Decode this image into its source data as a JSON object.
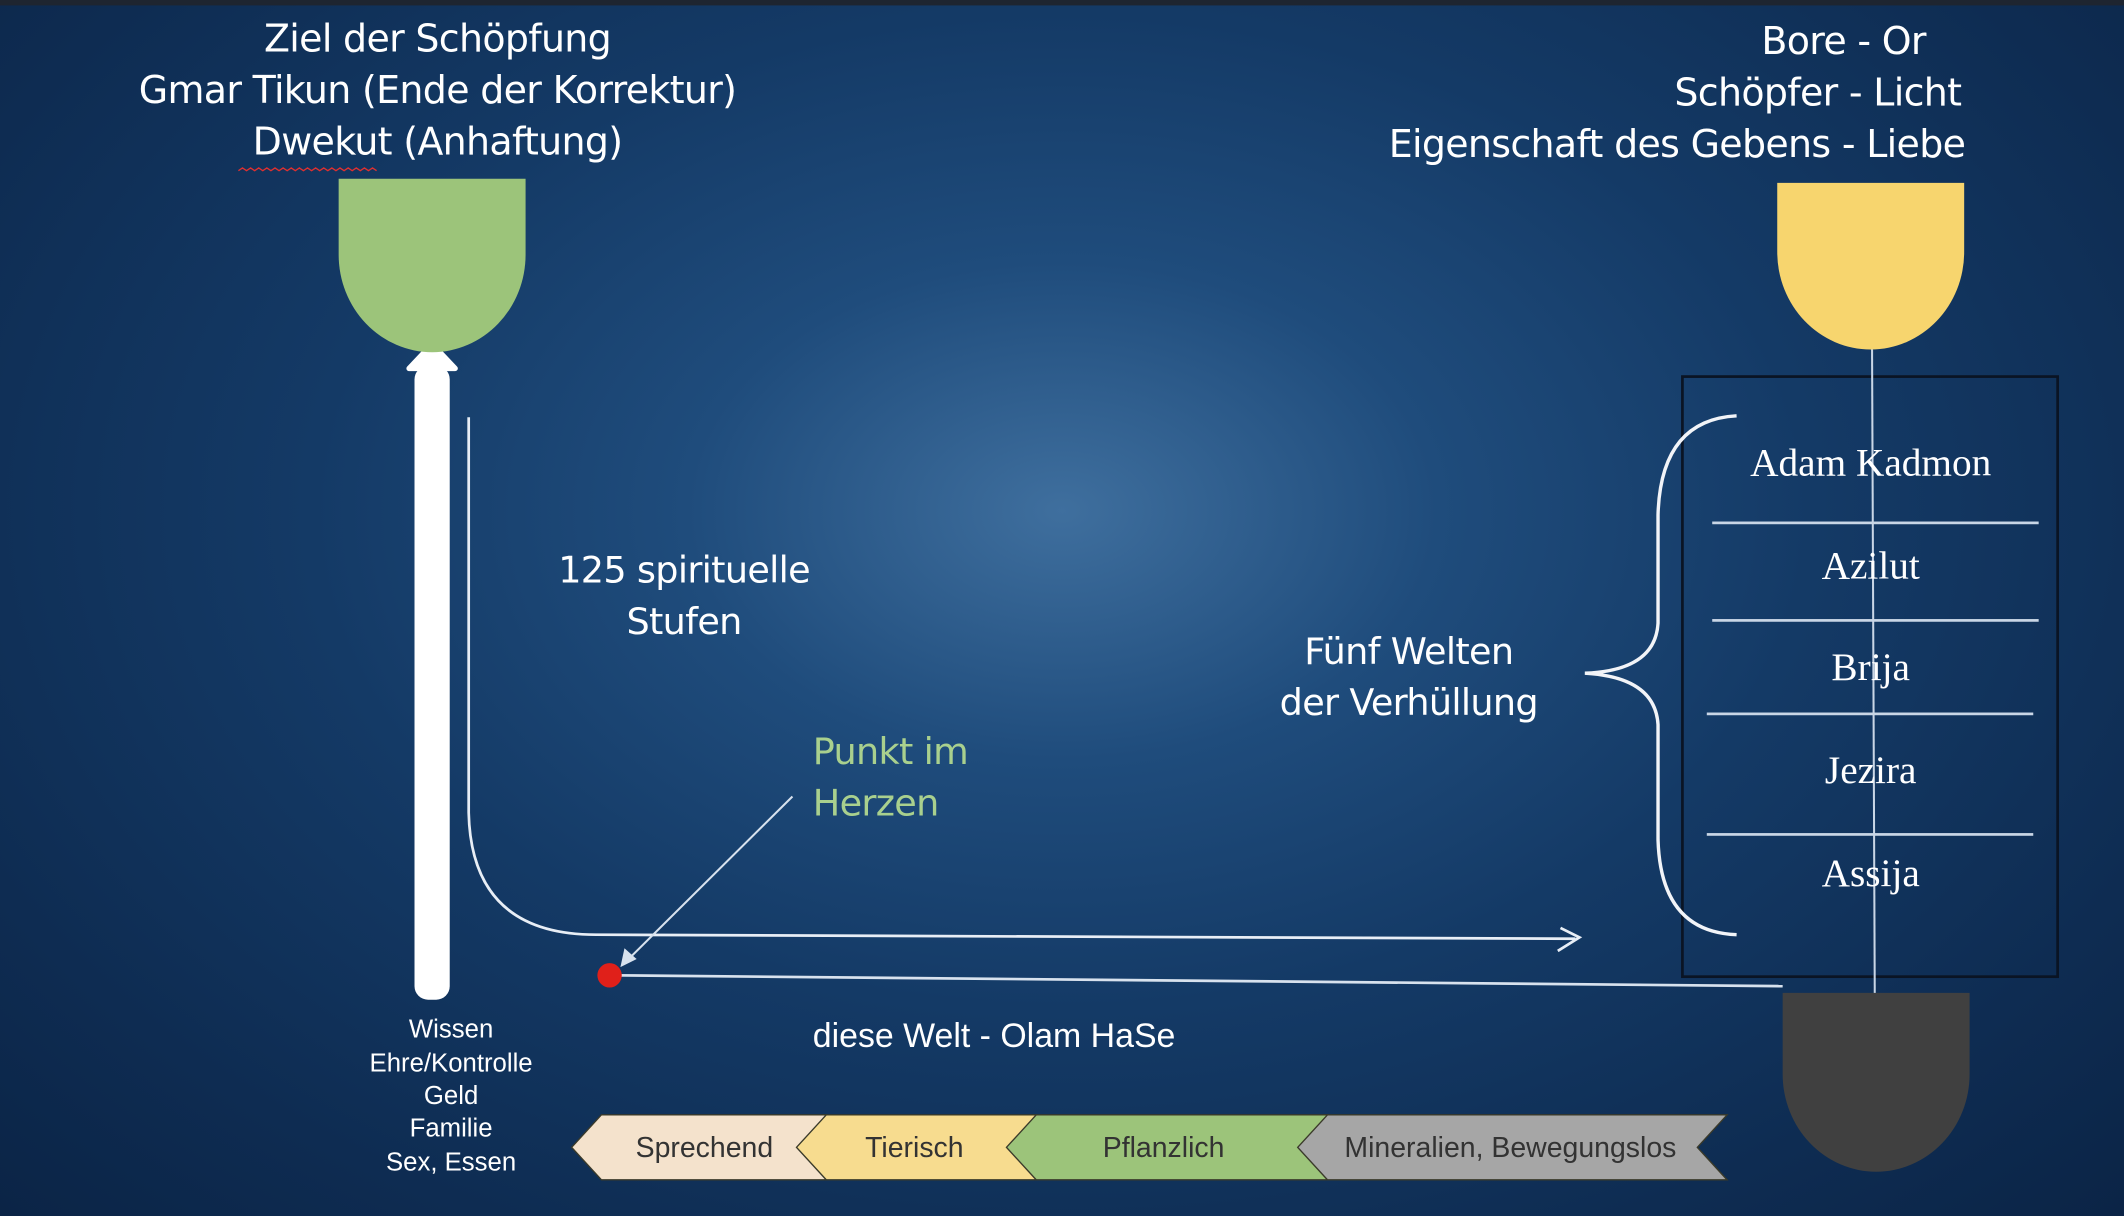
{
  "left_title": [
    "Ziel der Schöpfung",
    "Gmar Tikun (Ende der Korrektur)",
    "Dwekut (Anhaftung)"
  ],
  "right_title": [
    "Bore - Or",
    "Schöpfer - Licht",
    "Eigenschaft des Gebens - Liebe"
  ],
  "steps_label": [
    "125 spirituelle",
    "Stufen"
  ],
  "point_label": [
    "Punkt im",
    "Herzen"
  ],
  "worlds_label": [
    "Fünf Welten",
    "der Verhüllung"
  ],
  "worlds": [
    "Adam Kadmon",
    "Azilut",
    "Brija",
    "Jezira",
    "Assija"
  ],
  "this_world": "diese Welt - Olam HaSe",
  "desires": [
    "Wissen",
    "Ehre/Kontrolle",
    "Geld",
    "Familie",
    "Sex, Essen"
  ],
  "levels": [
    {
      "label": "Sprechend",
      "color": "#f4e2cc"
    },
    {
      "label": "Tierisch",
      "color": "#f7dc8f"
    },
    {
      "label": "Pflanzlich",
      "color": "#9cc47a"
    },
    {
      "label": "Mineralien, Bewegungslos",
      "color": "#a6a6a6"
    }
  ],
  "colors": {
    "goal": "#9cc47a",
    "creator": "#f7d56e",
    "world": "#404040",
    "point": "#e0201a",
    "point_label": "#a9d08e"
  }
}
